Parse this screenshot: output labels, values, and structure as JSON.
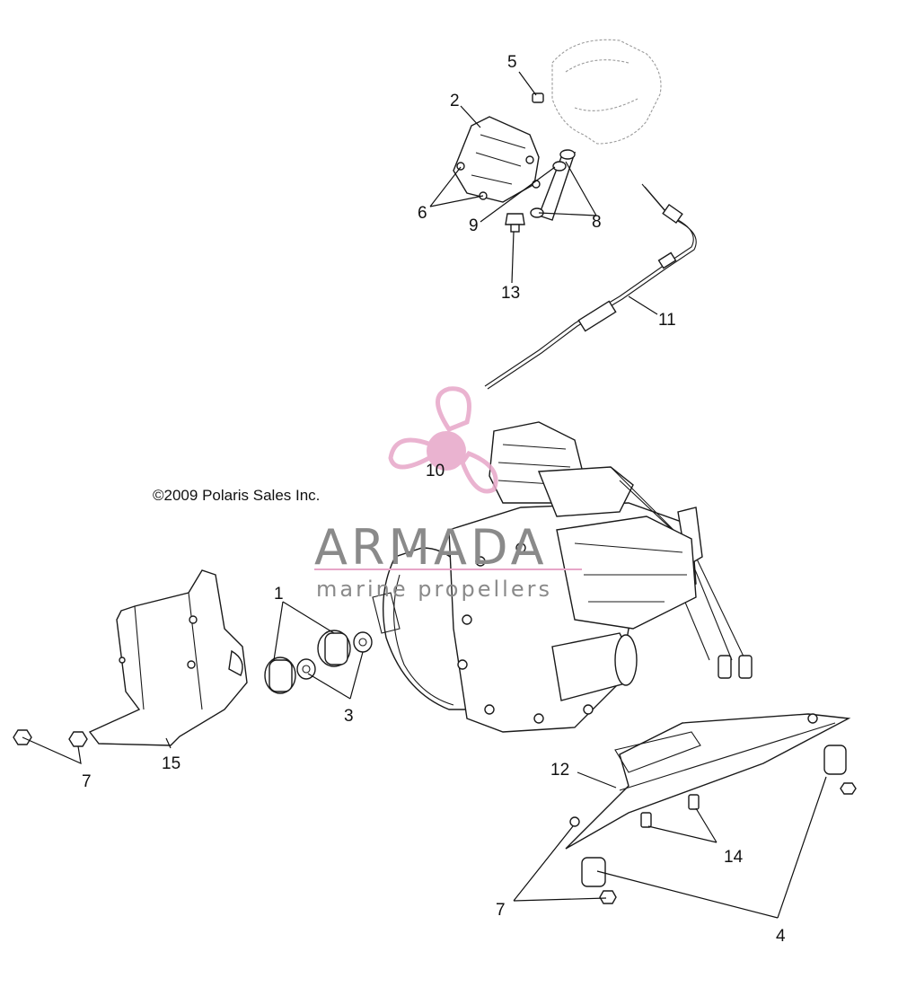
{
  "diagram": {
    "copyright": "©2009 Polaris Sales Inc.",
    "callouts": [
      "1",
      "2",
      "3",
      "4",
      "5",
      "6",
      "7",
      "7",
      "8",
      "9",
      "10",
      "11",
      "12",
      "13",
      "14",
      "15"
    ],
    "watermark": {
      "brand": "ARMADA",
      "tagline": "marine propellers",
      "color": "#e7a6c8"
    }
  }
}
